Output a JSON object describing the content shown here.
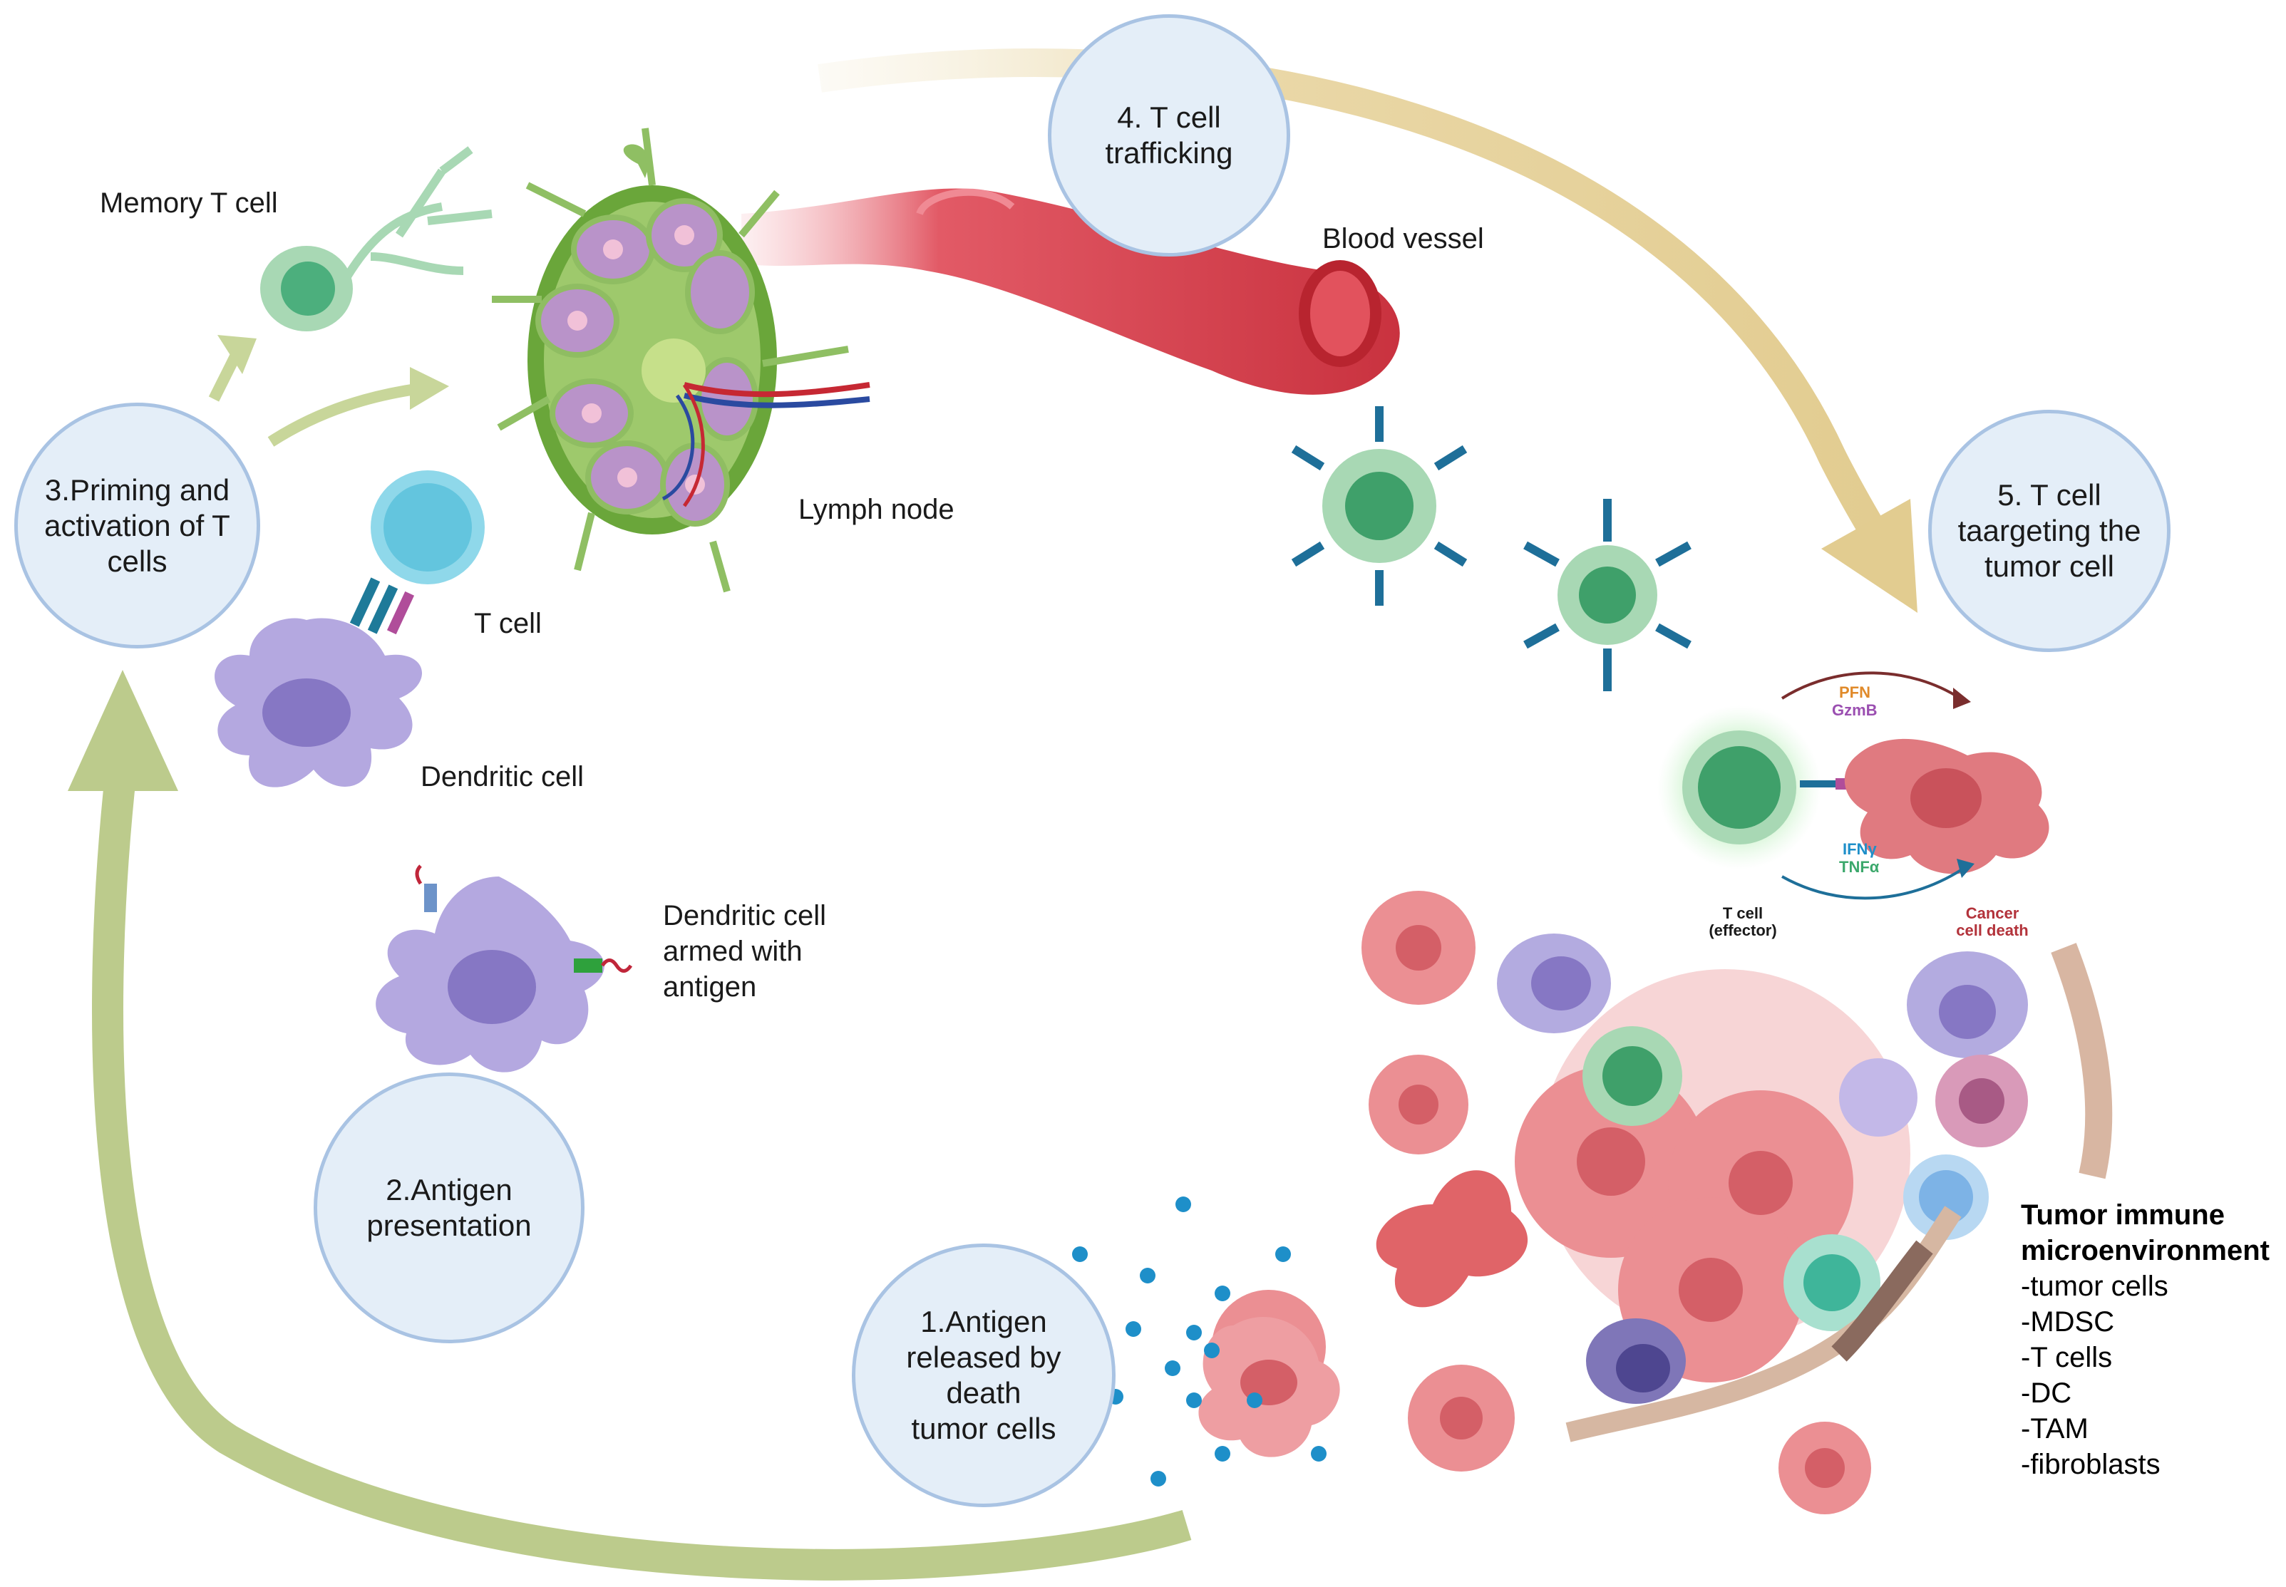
{
  "steps": {
    "s1": "1.Antigen\nreleased by\ndeath\ntumor cells",
    "s2": "2.Antigen\npresentation",
    "s3": "3.Priming and\nactivation of T\ncells",
    "s4": "4. T cell\ntrafficking",
    "s5": "5. T cell\ntaargeting the\ntumor cell"
  },
  "labels": {
    "memory_t_cell": "Memory T cell",
    "blood_vessel": "Blood vessel",
    "lymph_node": "Lymph node",
    "t_cell": "T cell",
    "dendritic_cell": "Dendritic cell",
    "dendritic_armed": "Dendritic cell\narmed with\nantigen"
  },
  "killing": {
    "pfn": "PFN",
    "gzmb": "GzmB",
    "ifng": "IFNγ",
    "tnfa": "TNFα",
    "t_cell_effector": "T cell\n(effector)",
    "cancer_cell_death": "Cancer\ncell death"
  },
  "tme": {
    "title": "Tumor immune\nmicroenvironment",
    "items": [
      "-tumor cells",
      "-MDSC",
      "-T cells",
      "-DC",
      "-TAM",
      "-fibroblasts"
    ]
  },
  "colors": {
    "cycle_arrow": "#b9c98a",
    "arrow_beige": "#e6d3a0",
    "step_fill": "#e4eef8",
    "step_border": "#a9c3e3",
    "tumor": "#e8898e",
    "t_cell_green": "#5fb88a",
    "dendritic": "#a99bd6",
    "blood": "#d9434f",
    "lymph_green": "#6fae3a"
  }
}
